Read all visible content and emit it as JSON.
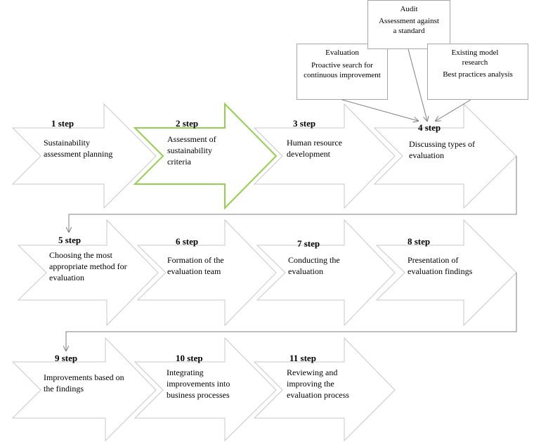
{
  "steps": [
    {
      "title": "1 step",
      "desc": "Sustainability assessment planning",
      "highlight": false
    },
    {
      "title": "2 step",
      "desc": "Assessment of sustainability criteria",
      "highlight": true
    },
    {
      "title": "3 step",
      "desc": "Human resource development",
      "highlight": false
    },
    {
      "title": "4 step",
      "desc": "Discussing types of evaluation",
      "highlight": false
    },
    {
      "title": "5 step",
      "desc": "Choosing the most appropriate method for evaluation",
      "highlight": false
    },
    {
      "title": "6 step",
      "desc": "Formation of the evaluation team",
      "highlight": false
    },
    {
      "title": "7 step",
      "desc": "Conducting the evaluation",
      "highlight": false
    },
    {
      "title": "8 step",
      "desc": "Presentation of evaluation findings",
      "highlight": false
    },
    {
      "title": "9 step",
      "desc": "Improvements based on the findings",
      "highlight": false
    },
    {
      "title": "10 step",
      "desc": "Integrating improvements into business processes",
      "highlight": false
    },
    {
      "title": "11 step",
      "desc": "Reviewing and improving the evaluation process",
      "highlight": false
    }
  ],
  "callouts": {
    "evaluation": {
      "title": "Evaluation",
      "body": "Proactive search for continuous improvement"
    },
    "audit": {
      "title": "Audit",
      "body": "Assessment against a standard"
    },
    "existing": {
      "title": "Existing model research",
      "body": "Best practices analysis"
    }
  },
  "colors": {
    "outline": "#c8c8c8",
    "highlight": "#92d050",
    "connector": "#7f7f7f",
    "callout_border": "#a6a6a6"
  }
}
